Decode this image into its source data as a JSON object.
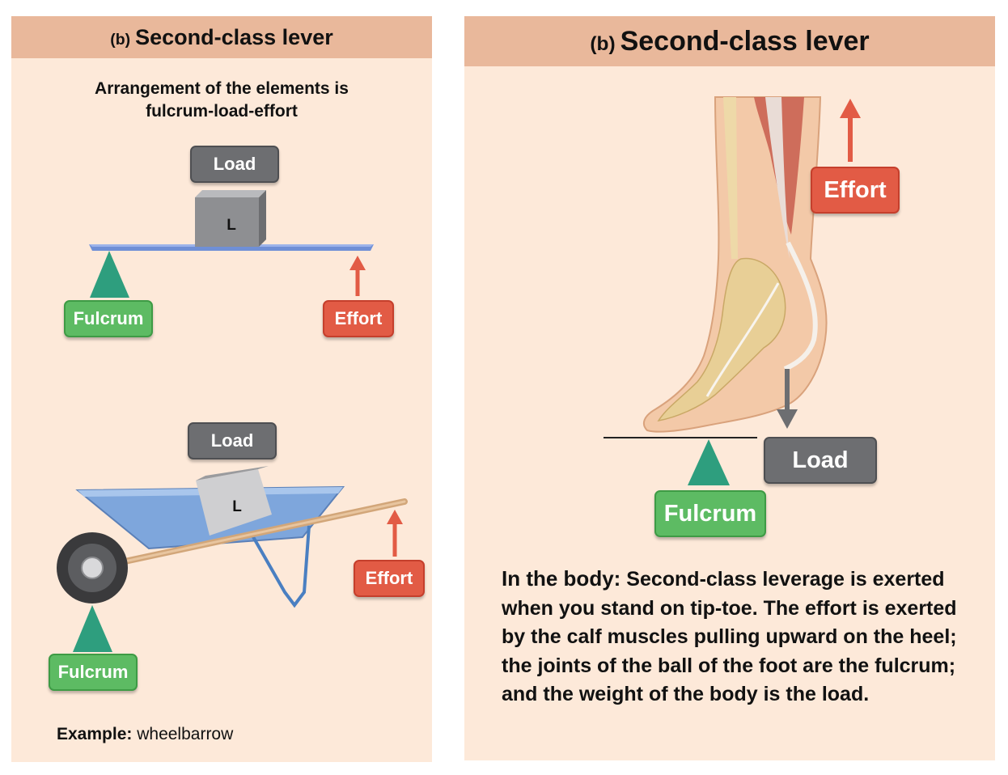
{
  "left_panel": {
    "title_prefix": "(b)",
    "title": "Second-class lever",
    "subtitle_line1": "Arrangement of the elements is",
    "subtitle_line2": "fulcrum-load-effort",
    "lever": {
      "load_label": "Load",
      "block_letter": "L",
      "fulcrum_label": "Fulcrum",
      "effort_label": "Effort"
    },
    "wheelbarrow": {
      "load_label": "Load",
      "block_letter": "L",
      "fulcrum_label": "Fulcrum",
      "effort_label": "Effort"
    },
    "example_label": "Example:",
    "example_value": "wheelbarrow"
  },
  "right_panel": {
    "title_prefix": "(b)",
    "title": "Second-class lever",
    "effort_label": "Effort",
    "load_label": "Load",
    "fulcrum_label": "Fulcrum",
    "body_lead": "In the body:",
    "body_text": "Second-class leverage is exerted when you stand on tip-toe. The effort is exerted by the calf muscles pulling upward on the heel; the joints of the ball of the foot are the fulcrum; and the weight of the body is the load."
  },
  "colors": {
    "panel_bg": "#fde9d9",
    "header_bg": "#e9b89b",
    "load_gray": "#6d6e71",
    "fulcrum_green": "#5dbb63",
    "effort_red": "#e25b45",
    "fulcrum_triangle": "#2e9e7e",
    "lever_blue": "#6f8fd6"
  }
}
